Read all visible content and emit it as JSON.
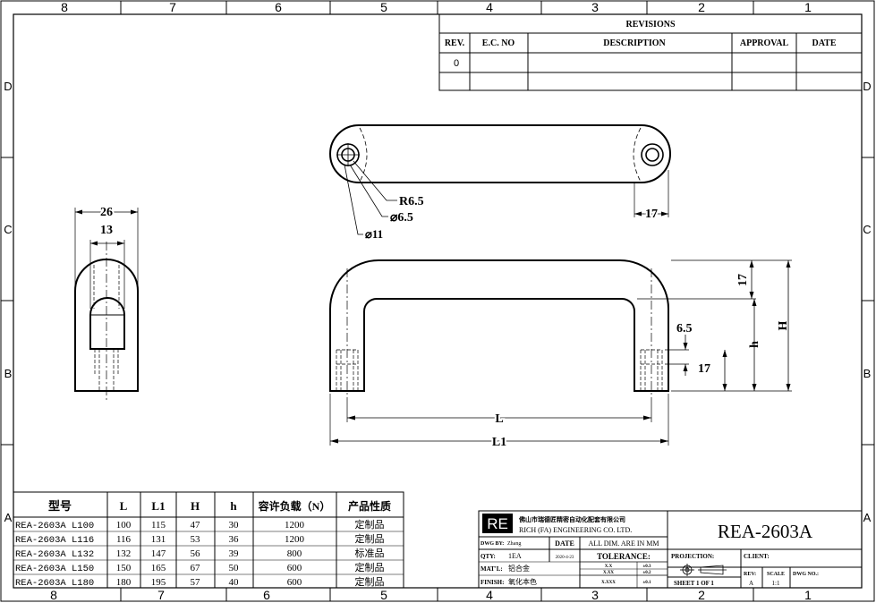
{
  "border": {
    "col_numbers": [
      "8",
      "7",
      "6",
      "5",
      "4",
      "3",
      "2",
      "1"
    ],
    "row_letters": [
      "D",
      "C",
      "B",
      "A"
    ]
  },
  "revisions": {
    "title": "REVISIONS",
    "headers": [
      "REV.",
      "E.C. NO",
      "DESCRIPTION",
      "APPROVAL",
      "DATE"
    ],
    "rows": [
      [
        "0",
        "",
        "",
        "",
        ""
      ]
    ]
  },
  "dims": {
    "side_width": "26",
    "side_inner": "13",
    "r": "R6.5",
    "d1": "⌀6.5",
    "d2": "⌀11",
    "top_17": "17",
    "front_17_top": "17",
    "front_65": "6.5",
    "front_17_bot": "17",
    "h": "h",
    "H": "H",
    "L": "L",
    "L1": "L1"
  },
  "parts_table": {
    "headers": [
      "型号",
      "L",
      "L1",
      "H",
      "h",
      "容许负载（N）",
      "产品性质"
    ],
    "rows": [
      [
        "REA-2603A  L100",
        "100",
        "115",
        "47",
        "30",
        "1200",
        "定制品"
      ],
      [
        "REA-2603A  L116",
        "116",
        "131",
        "53",
        "36",
        "1200",
        "定制品"
      ],
      [
        "REA-2603A  L132",
        "132",
        "147",
        "56",
        "39",
        "800",
        "标准品"
      ],
      [
        "REA-2603A  L150",
        "150",
        "165",
        "67",
        "50",
        "600",
        "定制品"
      ],
      [
        "REA-2603A  L180",
        "180",
        "195",
        "57",
        "40",
        "600",
        "定制品"
      ]
    ]
  },
  "title_block": {
    "logo": "RE",
    "company_cn": "佛山市瑞德匠精密自动化配套有限公司",
    "company_en": "RICH (FA) ENGINEERING CO. LTD.",
    "dwg_by_label": "DWG BY:",
    "dwg_by": "Zhang",
    "date_label": "DATE",
    "dim_note": "ALL DIM. ARE IN MM",
    "qty_label": "QTY:",
    "qty": "1EA",
    "date": "2020-4-23",
    "tolerance_label": "TOLERANCE:",
    "tol_rows": [
      [
        "X.X",
        "±0.3"
      ],
      [
        "X.XX",
        "±0.2"
      ],
      [
        "X.XXX",
        "±0.1"
      ]
    ],
    "matl_label": "MAT'L:",
    "matl": "铝合金",
    "finish_label": "FINISH:",
    "finish": "氧化本色",
    "part_no": "REA-2603A",
    "projection_label": "PROJECTION:",
    "client_label": "CLIENT:",
    "sheet": "SHEET  1 OF 1",
    "rev_label": "REV:",
    "rev": "A",
    "scale_label": "SCALE",
    "scale": "1:1",
    "dwg_no_label": "DWG NO.:"
  }
}
